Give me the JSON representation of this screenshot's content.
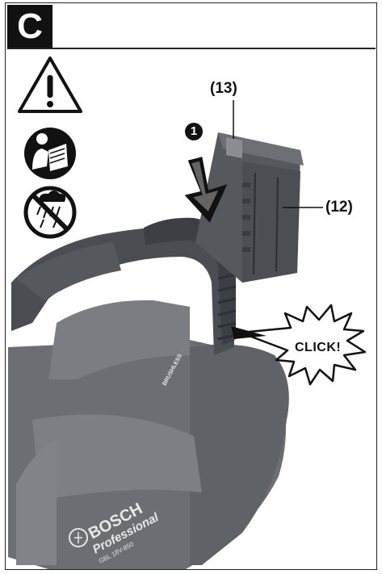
{
  "section": {
    "letter": "C"
  },
  "callouts": {
    "battery_cap": "(13)",
    "battery_pack": "(12)"
  },
  "step": {
    "number": "1"
  },
  "sound": {
    "label": "CLICK!"
  },
  "tool_markings": {
    "brand": "BOSCH",
    "line": "Professional",
    "model": "GBL 18V-850",
    "feature": "BRUSHLESS"
  },
  "icons": [
    "warning-triangle-icon",
    "read-manual-icon",
    "no-rain-icon"
  ],
  "colors": {
    "ink": "#111111",
    "tool_body": "#6d7073",
    "tool_dark": "#3e4144",
    "battery": "#5a5d60"
  }
}
